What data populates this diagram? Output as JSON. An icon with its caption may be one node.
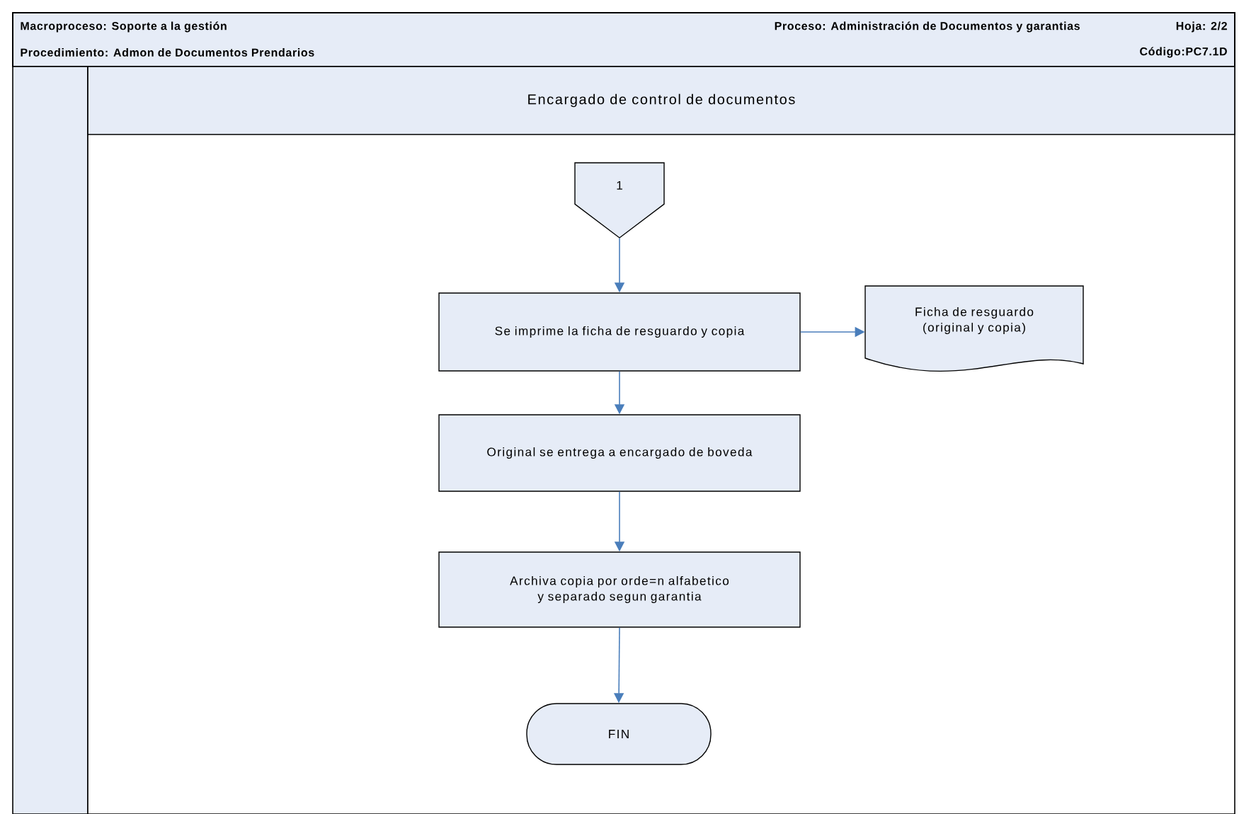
{
  "diagram": {
    "nodes": [
      {
        "text": [
          "Encargado de control de documentos"
        ]
      },
      {
        "text": [
          "1"
        ],
        "in": 0
      },
      {
        "text": [
          "Se imprime la ficha de resguardo y copia"
        ],
        "in": 0
      },
      {
        "text": [
          "Ficha de resguardo (original y copia)"
        ],
        "in": 0
      },
      {
        "text": [
          "Original se entrega a encargado de boveda"
        ],
        "in": 0
      },
      {
        "text": [
          "Archiva copia por orde=n alfabetico y separado segun garantia"
        ],
        "in": 0
      },
      {
        "text": [
          "FIN"
        ],
        "in": 0
      }
    ],
    "edges": [
      {
        "from": 1,
        "to": 2,
        "arrow": "to"
      },
      {
        "from": 2,
        "to": 3,
        "arrow": "to"
      },
      {
        "from": 2,
        "to": 4,
        "arrow": "to"
      },
      {
        "from": 4,
        "to": 5,
        "arrow": "to"
      },
      {
        "from": 5,
        "to": 6,
        "arrow": "to"
      }
    ],
    "labels": [
      "Macroproceso: Soporte a la gestión",
      "Proceso: Administración de Documentos y garantias",
      "Hoja: 2/2",
      "Procedimiento: Admon de Documentos Prendarios",
      "Código:PC7.1D"
    ]
  }
}
